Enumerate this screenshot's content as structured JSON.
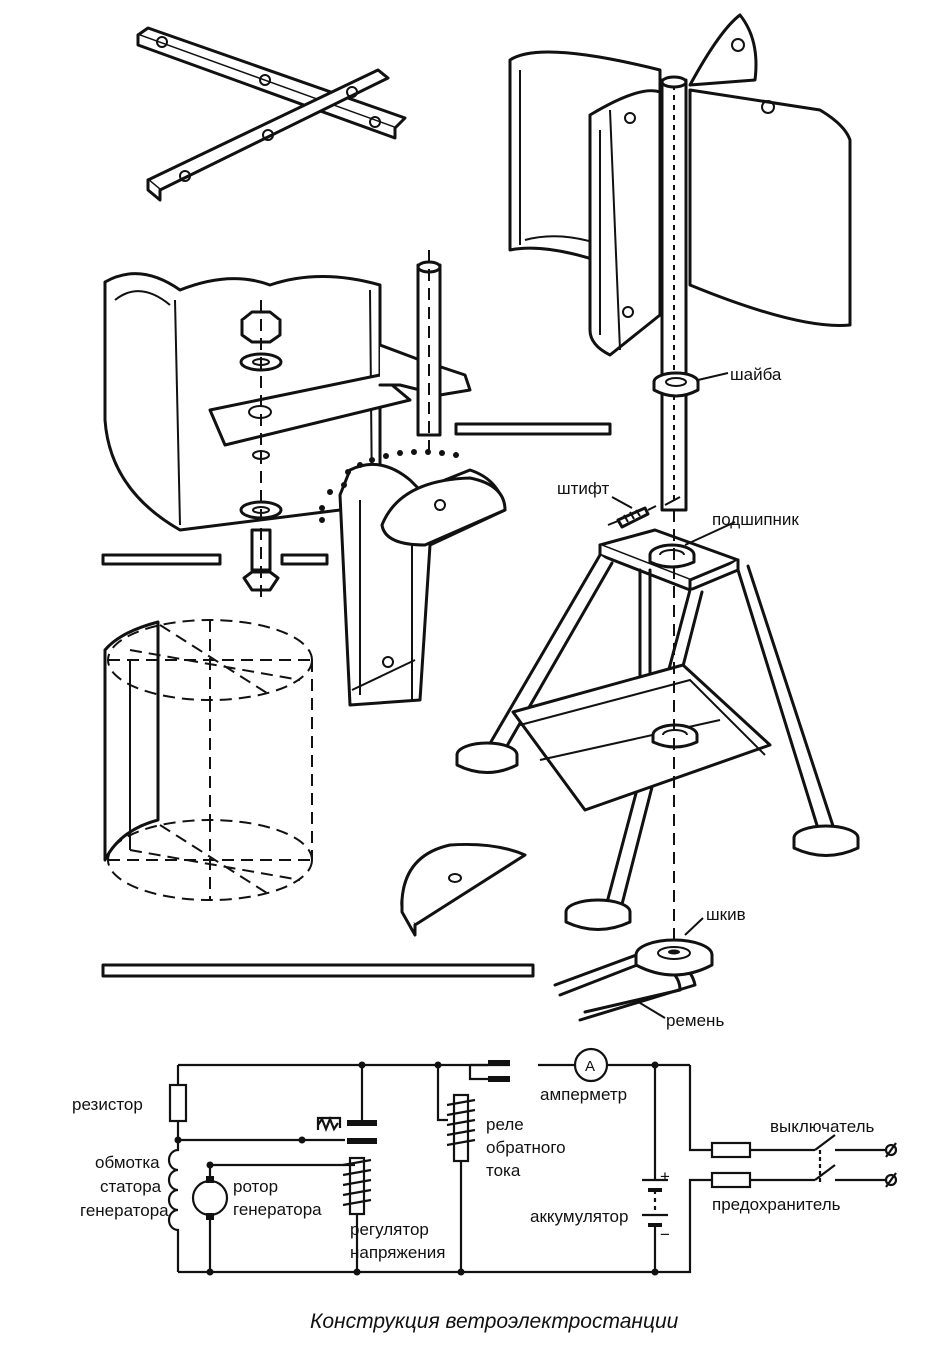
{
  "labels": {
    "washer": "шайба",
    "pin": "штифт",
    "bearing": "подшипник",
    "pulley": "шкив",
    "belt": "ремень"
  },
  "circuit": {
    "resistor": "резистор",
    "stator_winding": [
      "обмотка",
      "статора",
      "генератора"
    ],
    "rotor": [
      "ротор",
      "генератора"
    ],
    "voltage_regulator": [
      "регулятор",
      "напряжения"
    ],
    "reverse_current_relay": [
      "реле",
      "обратного",
      "тока"
    ],
    "ammeter": "амперметр",
    "ammeter_symbol": "A",
    "battery": "аккумулятор",
    "plus": "+",
    "minus": "−",
    "switch": "выключатель",
    "fuse": "предохранитель"
  },
  "caption": "Конструкция ветроэлектростанции"
}
